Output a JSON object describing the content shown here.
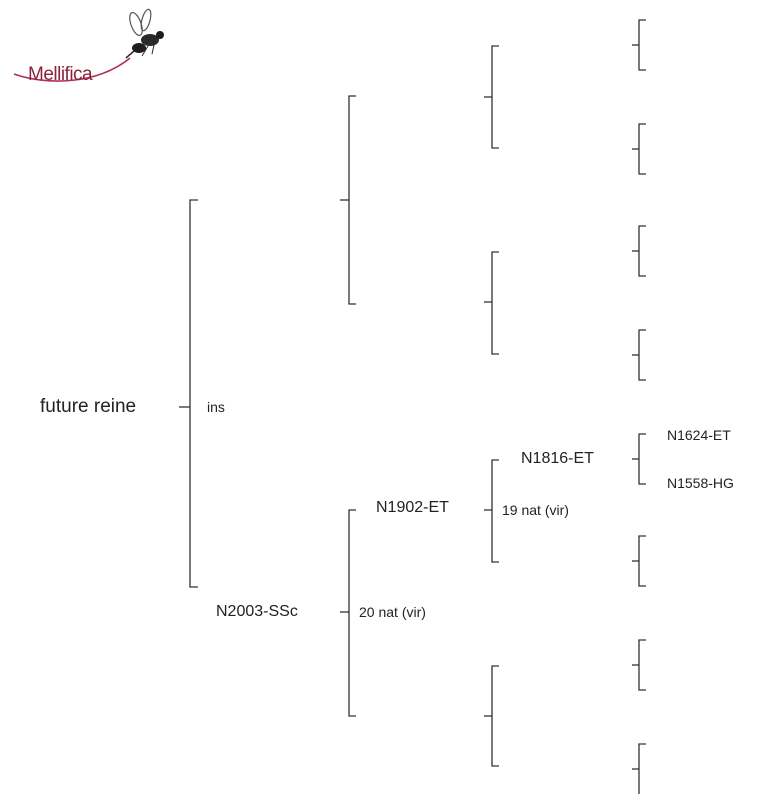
{
  "logo": {
    "text": "Mellifica",
    "icon": "bee-icon",
    "color": "#8a2240"
  },
  "root": {
    "name": "future reine"
  },
  "gen1": {
    "sire": {
      "info": "ins"
    },
    "dam": {
      "name": "N2003-SSc",
      "info": "20 nat (vir)"
    }
  },
  "gen2": {
    "dam_dam": {
      "name": "N1902-ET",
      "info": "19 nat (vir)"
    }
  },
  "gen3": {
    "dam_dam_dam": {
      "name": "N1816-ET"
    }
  },
  "gen4": {
    "sire": {
      "name": "N1624-ET"
    },
    "dam": {
      "name": "N1558-HG"
    }
  },
  "colors": {
    "line": "#333333",
    "text": "#222222"
  }
}
